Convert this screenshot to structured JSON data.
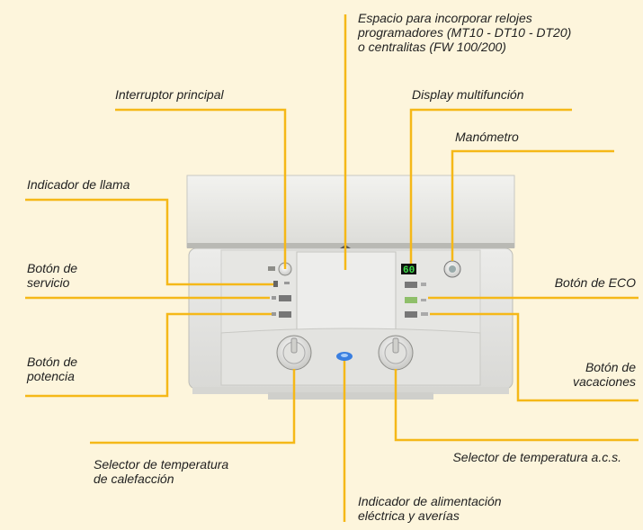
{
  "labels": {
    "espacio_line1": "Espacio para incorporar relojes",
    "espacio_line2": "programadores (MT10 - DT10 - DT20)",
    "espacio_line3": "o centralitas (FW 100/200)",
    "interruptor": "Interruptor principal",
    "display": "Display multifunción",
    "manometro": "Manómetro",
    "indicador_llama": "Indicador de llama",
    "servicio_line1": "Botón de",
    "servicio_line2": "servicio",
    "eco": "Botón de ECO",
    "potencia_line1": "Botón de",
    "potencia_line2": "potencia",
    "vacaciones_line1": "Botón de",
    "vacaciones_line2": "vacaciones",
    "acs": "Selector de temperatura a.c.s.",
    "calefaccion_line1": "Selector de temperatura",
    "calefaccion_line2": "de calefacción",
    "alimentacion_line1": "Indicador de alimentación",
    "alimentacion_line2": "eléctrica y averías"
  },
  "display_value": "60",
  "colors": {
    "leader_line": "#f5b818",
    "background": "#fdf5dc",
    "display_text": "#3ee04a",
    "power_indicator": "#3a7fe0"
  }
}
